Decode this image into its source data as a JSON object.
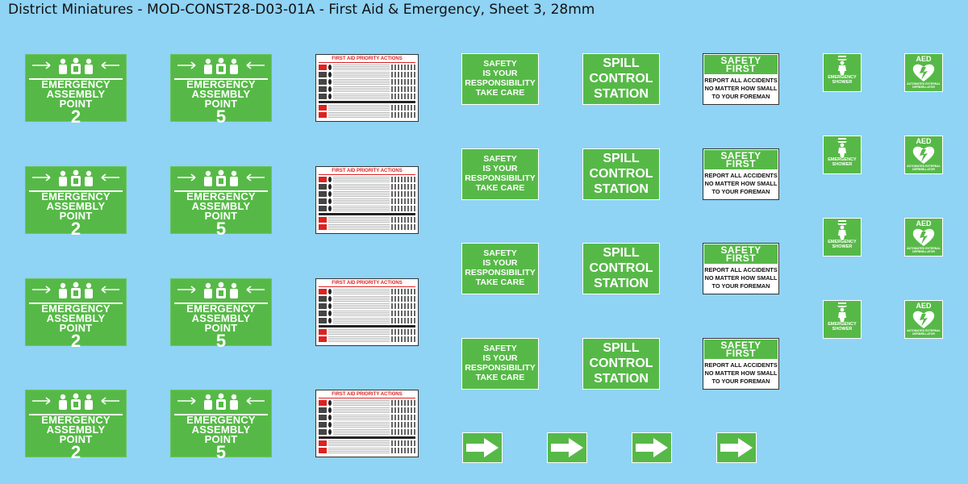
{
  "title": "District Miniatures - MOD-CONST28-D03-01A - First Aid & Emergency, Sheet 3, 28mm",
  "colors": {
    "background": "#8fd3f5",
    "sign_green": "#56b947",
    "first_aid_red": "#d22222"
  },
  "assembly": {
    "line1": "EMERGENCY",
    "line2": "ASSEMBLY",
    "line3": "POINT",
    "numbers": [
      "2",
      "5"
    ]
  },
  "first_aid": {
    "title": "FIRST AID PRIORITY ACTIONS"
  },
  "responsibility": {
    "line1": "SAFETY",
    "line2": "IS YOUR",
    "line3": "RESPONSIBILITY",
    "line4": "TAKE CARE"
  },
  "spill": {
    "line1": "SPILL",
    "line2": "CONTROL",
    "line3": "STATION"
  },
  "safety_first": {
    "header1": "SAFETY",
    "header2": "FIRST",
    "line1": "REPORT ALL ACCIDENTS",
    "line2": "NO MATTER HOW SMALL",
    "line3": "TO YOUR FOREMAN"
  },
  "shower": {
    "line1": "EMERGENCY",
    "line2": "SHOWER",
    "icon": "shower-icon"
  },
  "aed": {
    "label": "AED",
    "sub1": "AUTOMATED EXTERNAL",
    "sub2": "DEFIBRILLATOR",
    "icon": "heart-bolt-icon"
  },
  "arrow": {
    "icon": "arrow-right-icon"
  }
}
